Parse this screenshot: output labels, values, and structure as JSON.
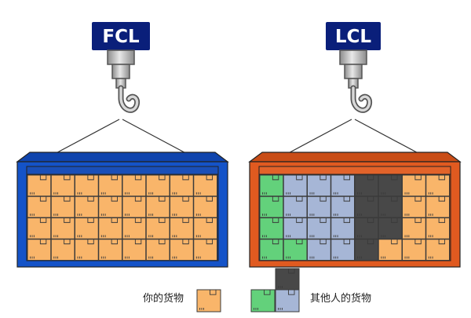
{
  "left_panel": {
    "label": "FCL"
  },
  "right_panel": {
    "label": "LCL"
  },
  "legend": {
    "yours_label": "你的货物",
    "others_label": "其他人的货物"
  },
  "colors": {
    "sign_bg": "#0a1f7a",
    "sign_text": "#ffffff",
    "fcl_container": "#1453c8",
    "lcl_container": "#e05a20",
    "your_cargo": "#f9b56a",
    "other_green": "#63d17b",
    "other_blue": "#a6b6d6",
    "other_dark": "#484848",
    "outline": "#3a3a3a"
  },
  "icons": [
    "crane-hook-icon",
    "cargo-box-icon"
  ]
}
